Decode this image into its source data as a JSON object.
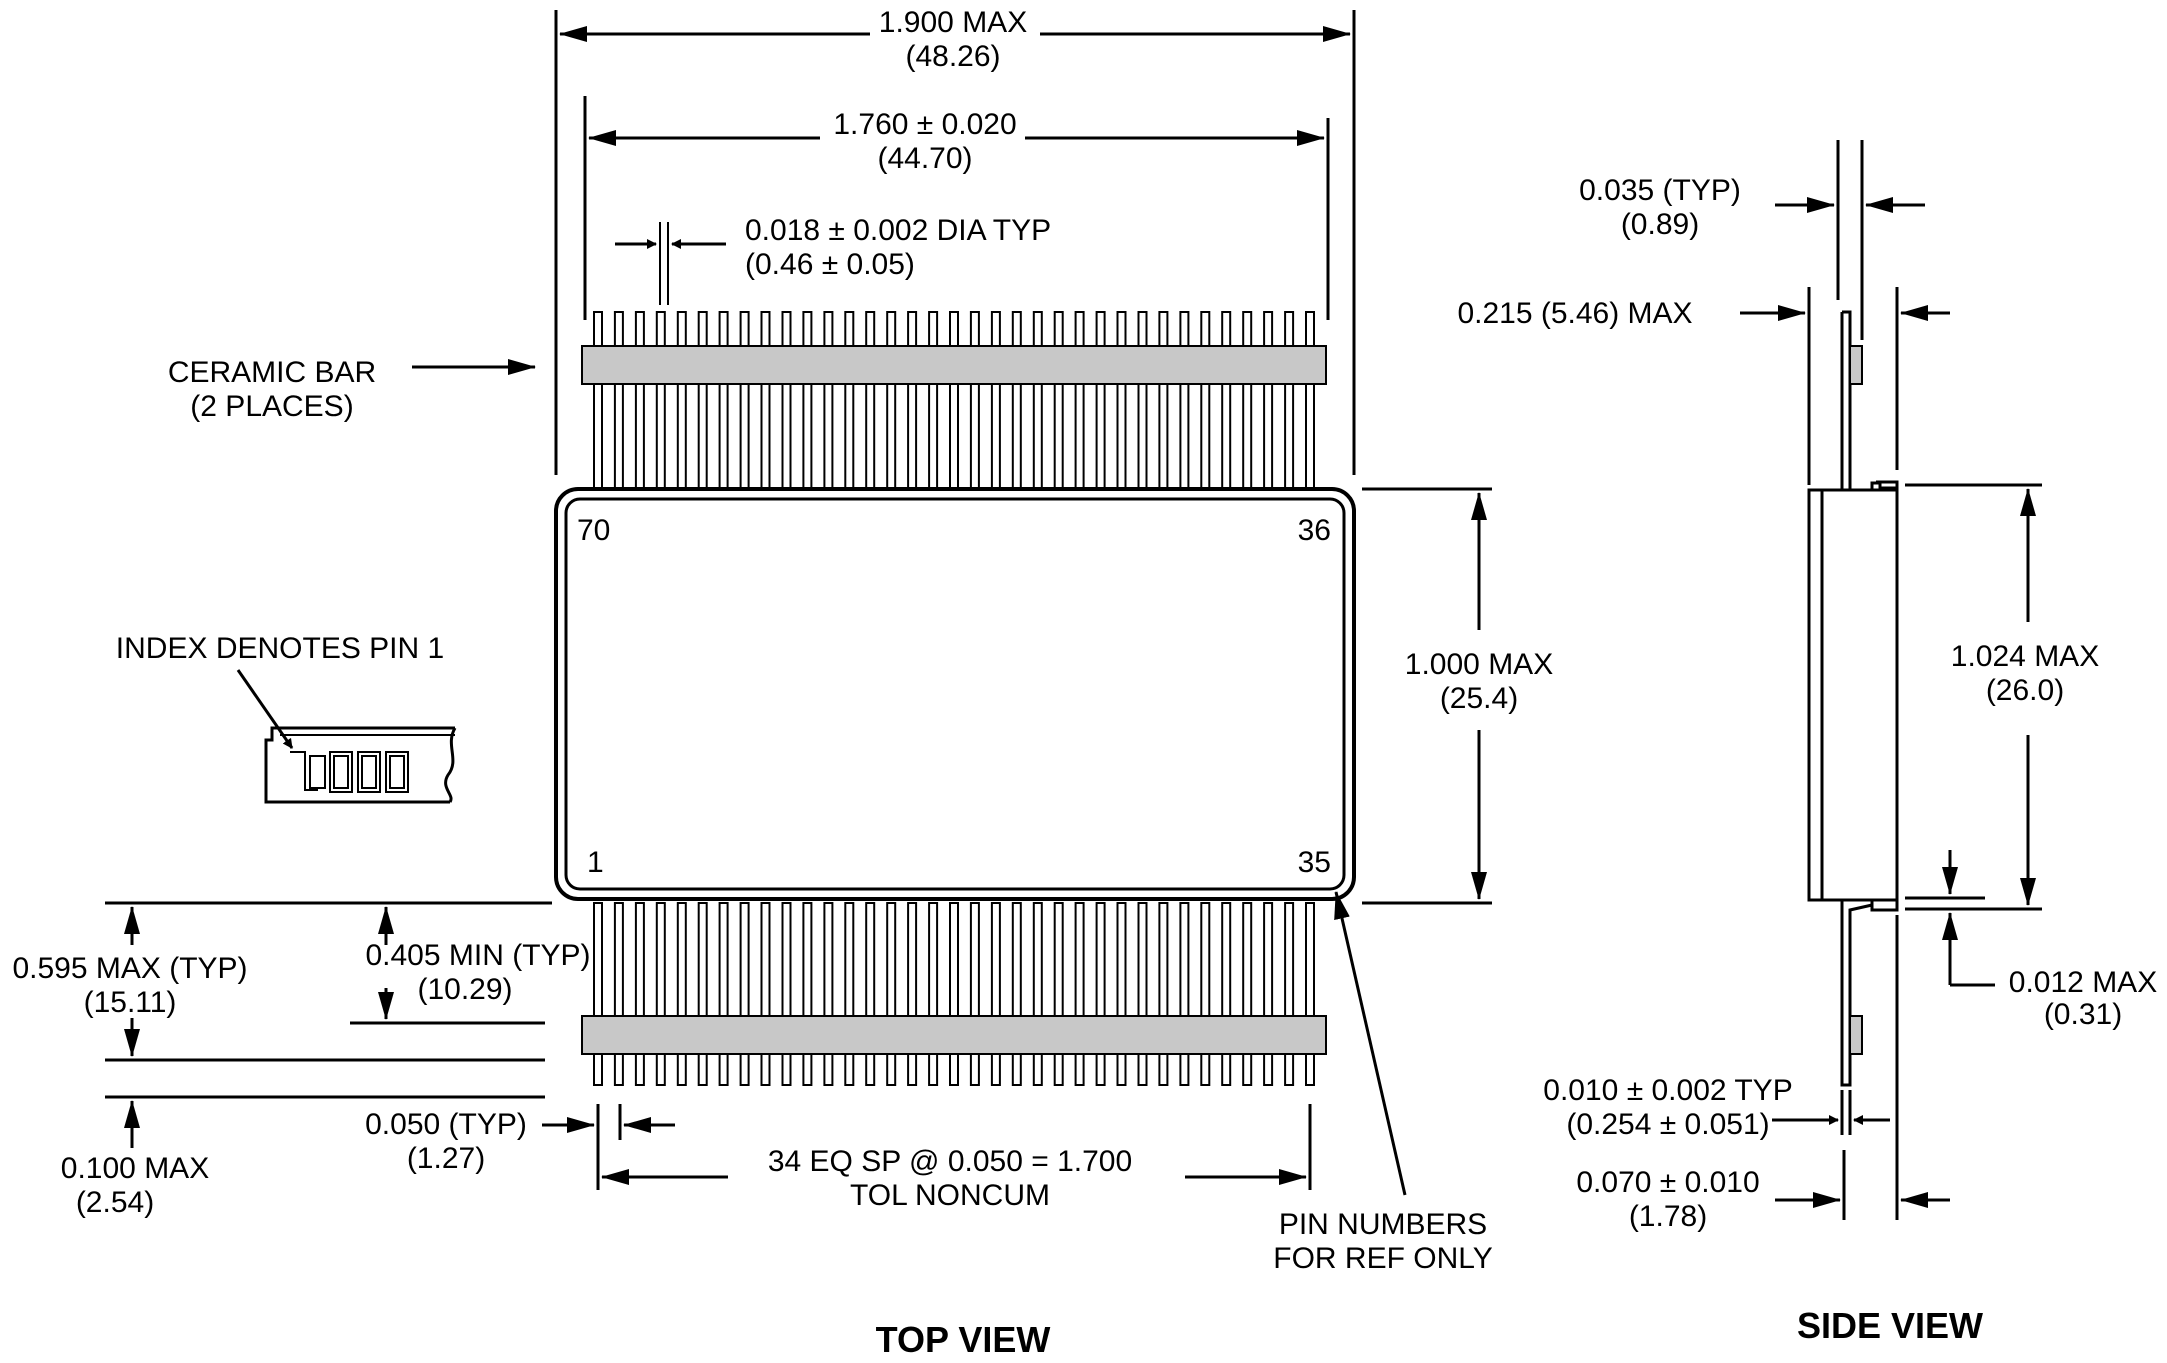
{
  "colors": {
    "line": "#000000",
    "ceramic_bar": "#c8c8c8",
    "background": "#ffffff"
  },
  "icons": {
    "arrowhead": "solid-triangle-arrowhead-icon"
  },
  "views": {
    "top": "TOP VIEW",
    "side": "SIDE VIEW"
  },
  "pins": {
    "top_left": "70",
    "top_right": "36",
    "bottom_left": "1",
    "bottom_right": "35"
  },
  "top_pin_count": 35,
  "bottom_pin_count": 35,
  "dims": {
    "overall_width": {
      "l1": "1.900 MAX",
      "l2": "(48.26)"
    },
    "lead_span": {
      "l1": "1.760 ± 0.020",
      "l2": "(44.70)"
    },
    "lead_dia": {
      "l1": "0.018 ± 0.002 DIA TYP",
      "l2": "(0.46 ± 0.05)"
    },
    "ceramic_bar": {
      "l1": "CERAMIC BAR",
      "l2": "(2 PLACES)"
    },
    "index": {
      "l1": "INDEX DENOTES PIN 1"
    },
    "body_height": {
      "l1": "1.000 MAX",
      "l2": "(25.4)"
    },
    "lead_len_max": {
      "l1": "0.595 MAX (TYP)",
      "l2": "(15.11)"
    },
    "lead_len_min": {
      "l1": "0.405 MIN (TYP)",
      "l2": "(10.29)"
    },
    "tip_max": {
      "l1": "0.100 MAX",
      "l2": "(2.54)"
    },
    "pitch": {
      "l1": "0.050 (TYP)",
      "l2": "(1.27)"
    },
    "spacing": {
      "l1": "34 EQ SP @ 0.050 = 1.700",
      "l2": "TOL NONCUM"
    },
    "pin_note": {
      "l1": "PIN NUMBERS",
      "l2": "FOR REF ONLY"
    },
    "side_lead": {
      "l1": "0.035 (TYP)",
      "l2": "(0.89)"
    },
    "side_thick": {
      "l1": "0.215 (5.46) MAX"
    },
    "side_height": {
      "l1": "1.024 MAX",
      "l2": "(26.0)"
    },
    "side_standoff": {
      "l1": "0.012 MAX",
      "l2": "(0.31)"
    },
    "side_lead_thk": {
      "l1": "0.010 ± 0.002 TYP",
      "l2": "(0.254 ± 0.051)"
    },
    "side_offset": {
      "l1": "0.070 ± 0.010",
      "l2": "(1.78)"
    }
  }
}
